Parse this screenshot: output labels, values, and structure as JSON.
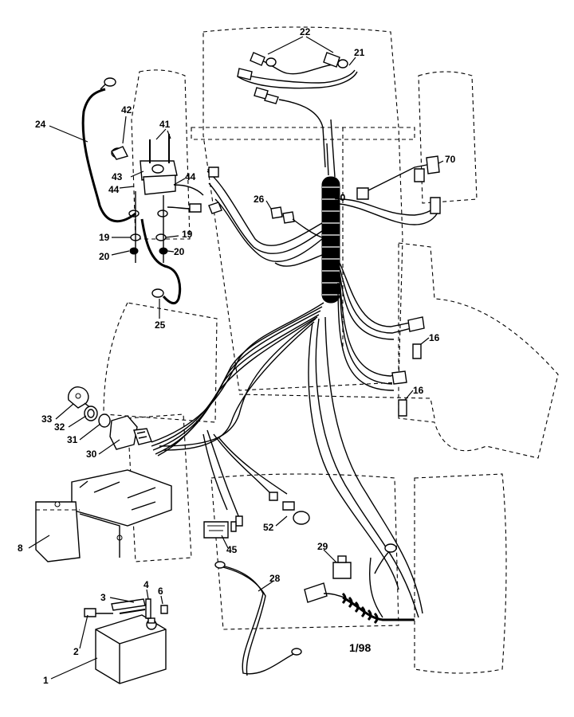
{
  "diagram": {
    "date_code": "1/98",
    "callouts": [
      {
        "id": "c22",
        "text": "22"
      },
      {
        "id": "c21",
        "text": "21"
      },
      {
        "id": "c24",
        "text": "24"
      },
      {
        "id": "c42",
        "text": "42"
      },
      {
        "id": "c41",
        "text": "41"
      },
      {
        "id": "c43",
        "text": "43"
      },
      {
        "id": "c44a",
        "text": "44"
      },
      {
        "id": "c44b",
        "text": "44"
      },
      {
        "id": "c19a",
        "text": "19"
      },
      {
        "id": "c19b",
        "text": "19"
      },
      {
        "id": "c20a",
        "text": "20"
      },
      {
        "id": "c20b",
        "text": "20"
      },
      {
        "id": "c25",
        "text": "25"
      },
      {
        "id": "c26",
        "text": "26"
      },
      {
        "id": "c40",
        "text": "40"
      },
      {
        "id": "c70",
        "text": "70"
      },
      {
        "id": "c16a",
        "text": "16"
      },
      {
        "id": "c16b",
        "text": "16"
      },
      {
        "id": "c33",
        "text": "33"
      },
      {
        "id": "c32",
        "text": "32"
      },
      {
        "id": "c31",
        "text": "31"
      },
      {
        "id": "c30",
        "text": "30"
      },
      {
        "id": "c52",
        "text": "52"
      },
      {
        "id": "c45",
        "text": "45"
      },
      {
        "id": "c8",
        "text": "8"
      },
      {
        "id": "c29",
        "text": "29"
      },
      {
        "id": "c28",
        "text": "28"
      },
      {
        "id": "c3",
        "text": "3"
      },
      {
        "id": "c4",
        "text": "4"
      },
      {
        "id": "c6",
        "text": "6"
      },
      {
        "id": "c2",
        "text": "2"
      },
      {
        "id": "c1",
        "text": "1"
      }
    ]
  }
}
